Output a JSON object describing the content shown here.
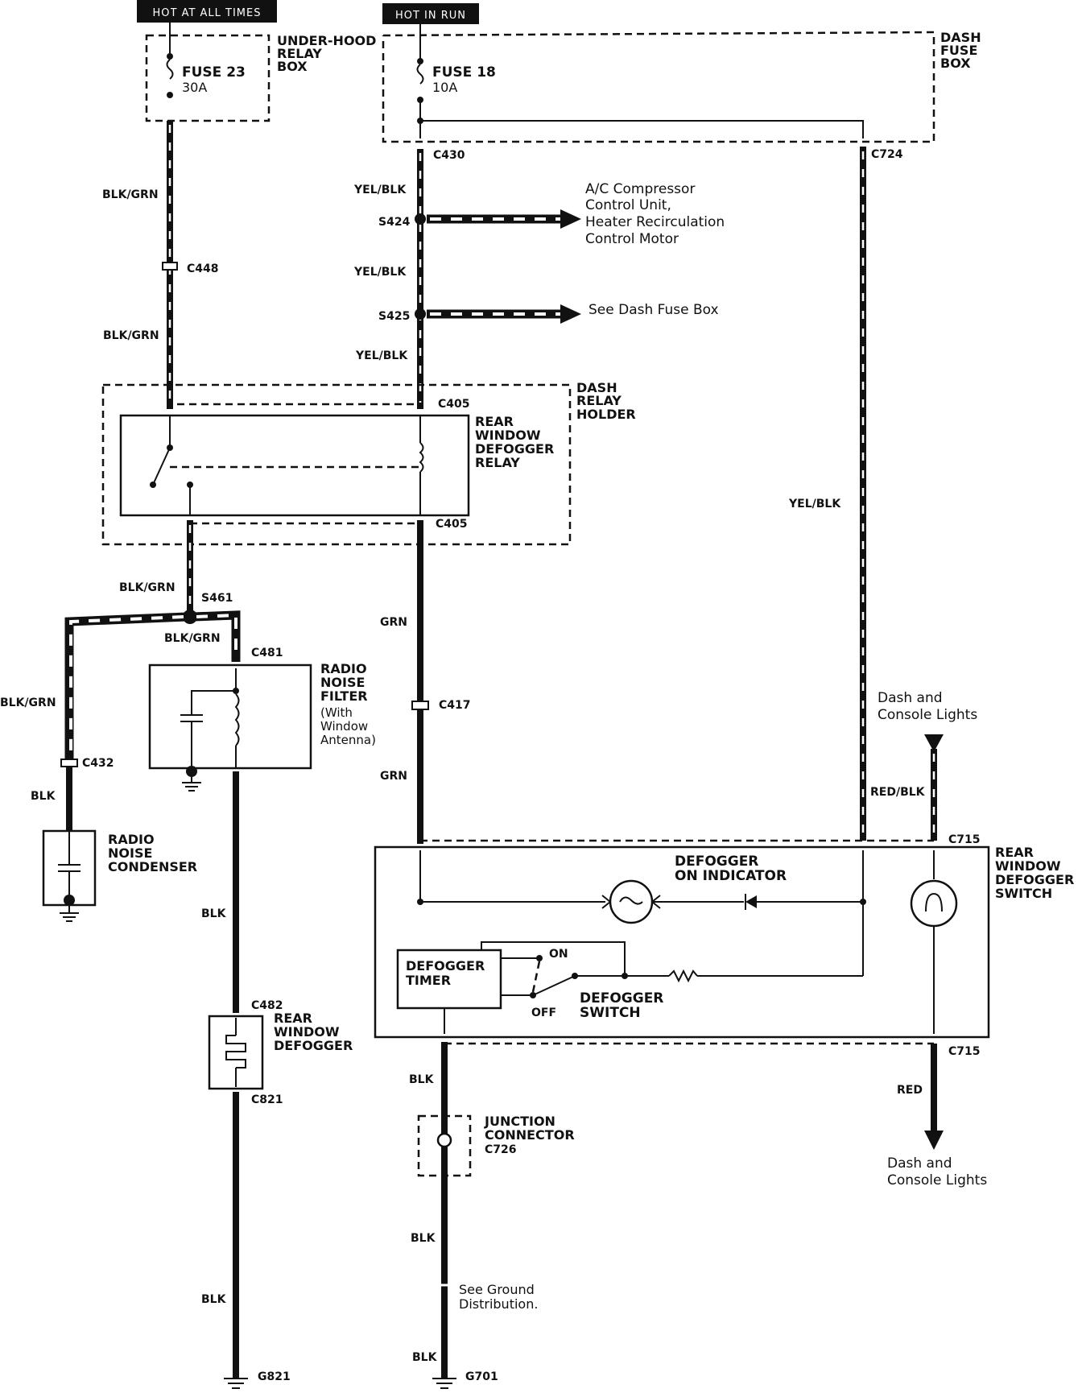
{
  "power_sources": {
    "left": "HOT AT ALL TIMES",
    "right": "HOT IN RUN"
  },
  "boxes": {
    "under_hood": "UNDER-HOOD RELAY BOX",
    "under_hood_lines": [
      "UNDER-HOOD",
      "RELAY",
      "BOX"
    ],
    "dash_fuse": [
      "DASH",
      "FUSE",
      "BOX"
    ],
    "dash_relay_holder": [
      "DASH",
      "RELAY",
      "HOLDER"
    ]
  },
  "fuses": {
    "f23": {
      "name": "FUSE 23",
      "rating": "30A"
    },
    "f18": {
      "name": "FUSE 18",
      "rating": "10A"
    }
  },
  "wires": {
    "blk_grn": "BLK/GRN",
    "yel_blk": "YEL/BLK",
    "grn": "GRN",
    "blk": "BLK",
    "red_blk": "RED/BLK",
    "red": "RED"
  },
  "connectors": {
    "c430": "C430",
    "c724": "C724",
    "c448": "C448",
    "s424": "S424",
    "s425": "S425",
    "c405a": "C405",
    "c405b": "C405",
    "s461": "S461",
    "c481": "C481",
    "c432": "C432",
    "c417": "C417",
    "c715a": "C715",
    "c715b": "C715",
    "c482": "C482",
    "c821": "C821",
    "c726": "C726",
    "g821": "G821",
    "g701": "G701"
  },
  "destinations": {
    "ac": [
      "A/C Compressor",
      "Control Unit,",
      "Heater Recirculation",
      "Control Motor"
    ],
    "see_dash_fuse": "See Dash Fuse Box",
    "dash_lights_top": [
      "Dash and",
      "Console Lights"
    ],
    "dash_lights_bottom": [
      "Dash and",
      "Console Lights"
    ],
    "ground_dist": [
      "See Ground",
      "Distribution."
    ]
  },
  "components": {
    "relay": [
      "REAR",
      "WINDOW",
      "DEFOGGER",
      "RELAY"
    ],
    "radio_filter": [
      "RADIO",
      "NOISE",
      "FILTER",
      "(With",
      "Window",
      "Antenna)"
    ],
    "radio_condenser": [
      "RADIO",
      "NOISE",
      "CONDENSER"
    ],
    "rear_defogger": [
      "REAR",
      "WINDOW",
      "DEFOGGER"
    ],
    "indicator": [
      "DEFOGGER",
      "ON INDICATOR"
    ],
    "switch_box": [
      "REAR",
      "WINDOW",
      "DEFOGGER",
      "SWITCH"
    ],
    "timer": [
      "DEFOGGER",
      "TIMER"
    ],
    "switch_on": "ON",
    "switch_off": "OFF",
    "defogger_switch": [
      "DEFOGGER",
      "SWITCH"
    ],
    "junction": [
      "JUNCTION",
      "CONNECTOR"
    ]
  }
}
